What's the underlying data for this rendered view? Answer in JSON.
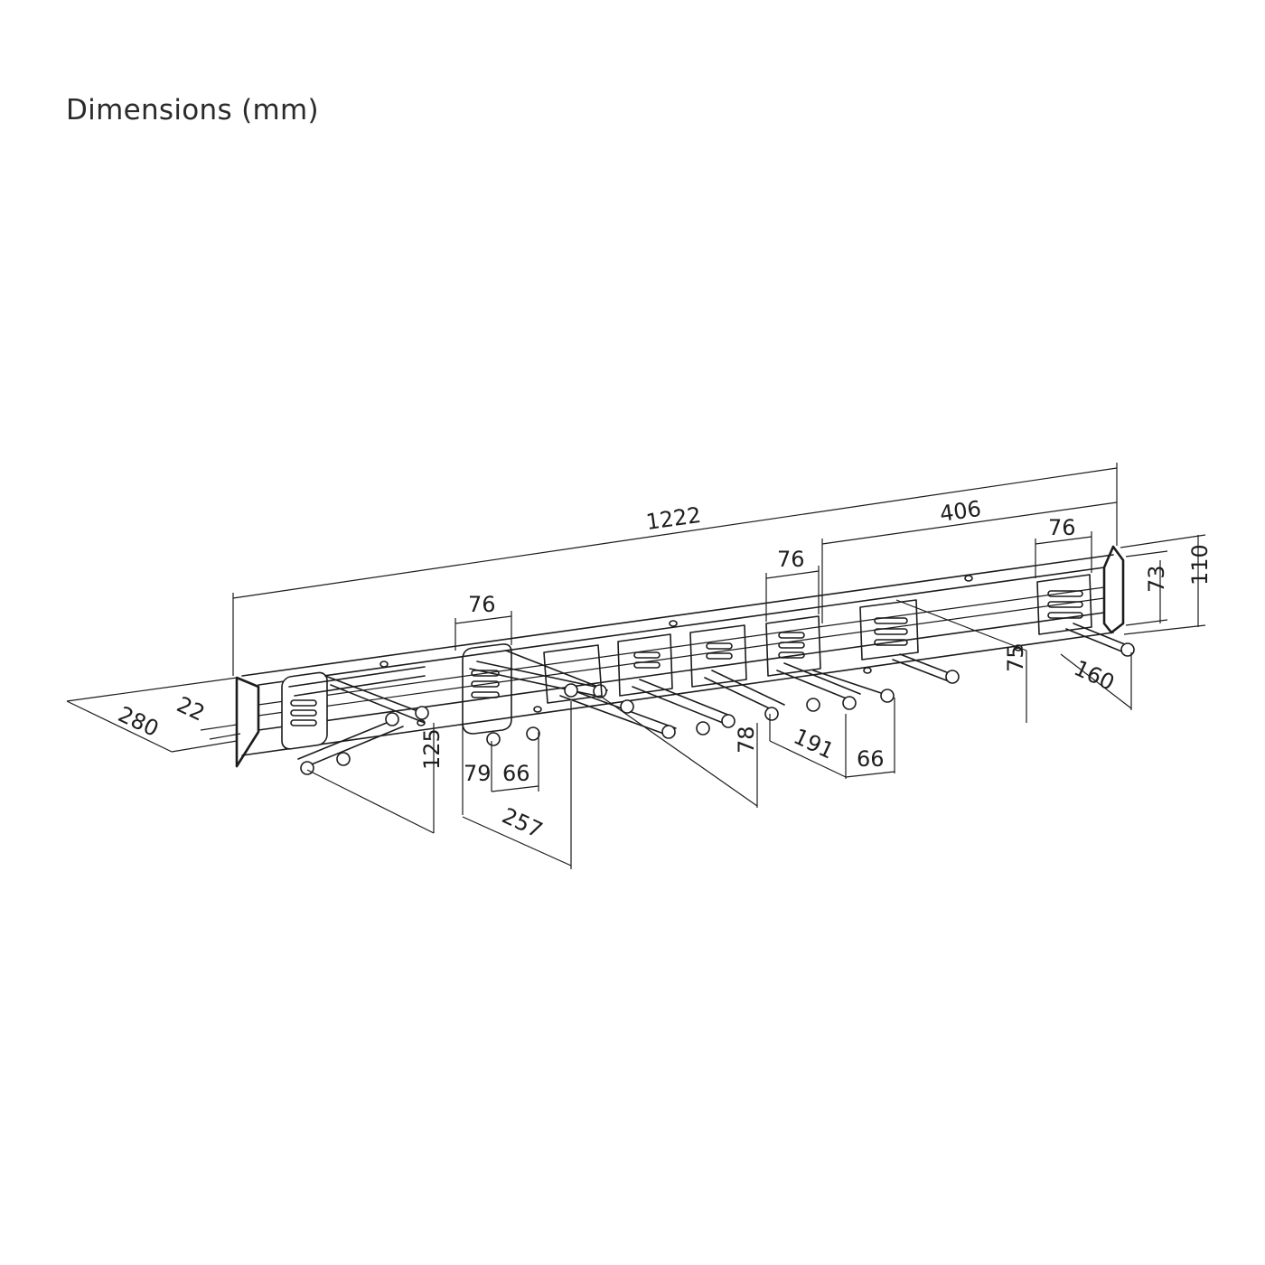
{
  "title": "Dimensions (mm)",
  "dimensions": {
    "overall_length": "1222",
    "right_section": "406",
    "hook_width_left": "76",
    "hook_width_middle": "76",
    "hook_width_right": "76",
    "rail_height_inner": "73",
    "rail_height_outer": "110",
    "depth_side": "280",
    "wall_offset": "22",
    "hook_depth_left": "125",
    "hook_gap_a": "79",
    "hook_gap_b": "66",
    "hook_span": "257",
    "hook_depth_middle": "78",
    "hook_depth_191": "191",
    "hook_gap_c": "66",
    "hook_depth_75": "75",
    "hook_depth_right": "160"
  }
}
